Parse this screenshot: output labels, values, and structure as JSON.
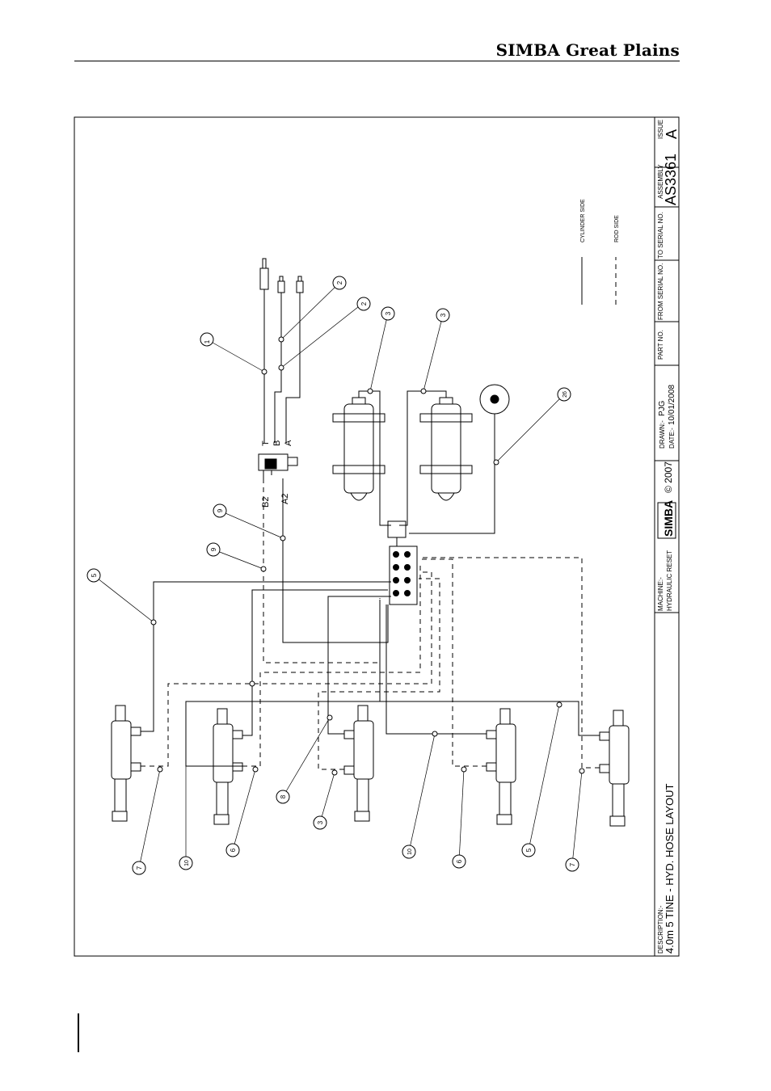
{
  "header": {
    "brand": "SIMBA Great Plains"
  },
  "legend": {
    "cylinder_side": "CYLINDER SIDE",
    "rod_side": "ROD SIDE"
  },
  "title_block": {
    "description_label": "DESCRIPTION:-",
    "description": "4.0m 5 TINE - HYD. HOSE LAYOUT",
    "machine_label": "MACHINE:-",
    "machine": "HYDRAULIC RESET",
    "logo": "SIMBA",
    "copyright": "© 2007",
    "drawn_label": "DRAWN:-",
    "drawn": "PJG",
    "date_label": "DATE:-",
    "date": "10/01/2008",
    "part_no_label": "PART NO.",
    "from_serial_label": "FROM SERIAL NO.",
    "to_serial_label": "TO SERIAL NO.",
    "assembly_label": "ASSEMBLY",
    "assembly": "AS3361",
    "issue_label": "ISSUE",
    "issue": "A"
  },
  "valve_ports": {
    "t": "T",
    "b": "B",
    "a": "A",
    "b2": "B2",
    "a2": "A2"
  },
  "callouts": {
    "c1": "1",
    "c2a": "2",
    "c2b": "2",
    "c3a": "3",
    "c3b": "3",
    "c3c": "3",
    "c26": "26",
    "c9a": "9",
    "c9b": "9",
    "c5a": "5",
    "c5b": "5",
    "c7a": "7",
    "c7b": "7",
    "c10a": "10",
    "c10b": "10",
    "c6a": "6",
    "c6b": "6",
    "c8": "8"
  }
}
